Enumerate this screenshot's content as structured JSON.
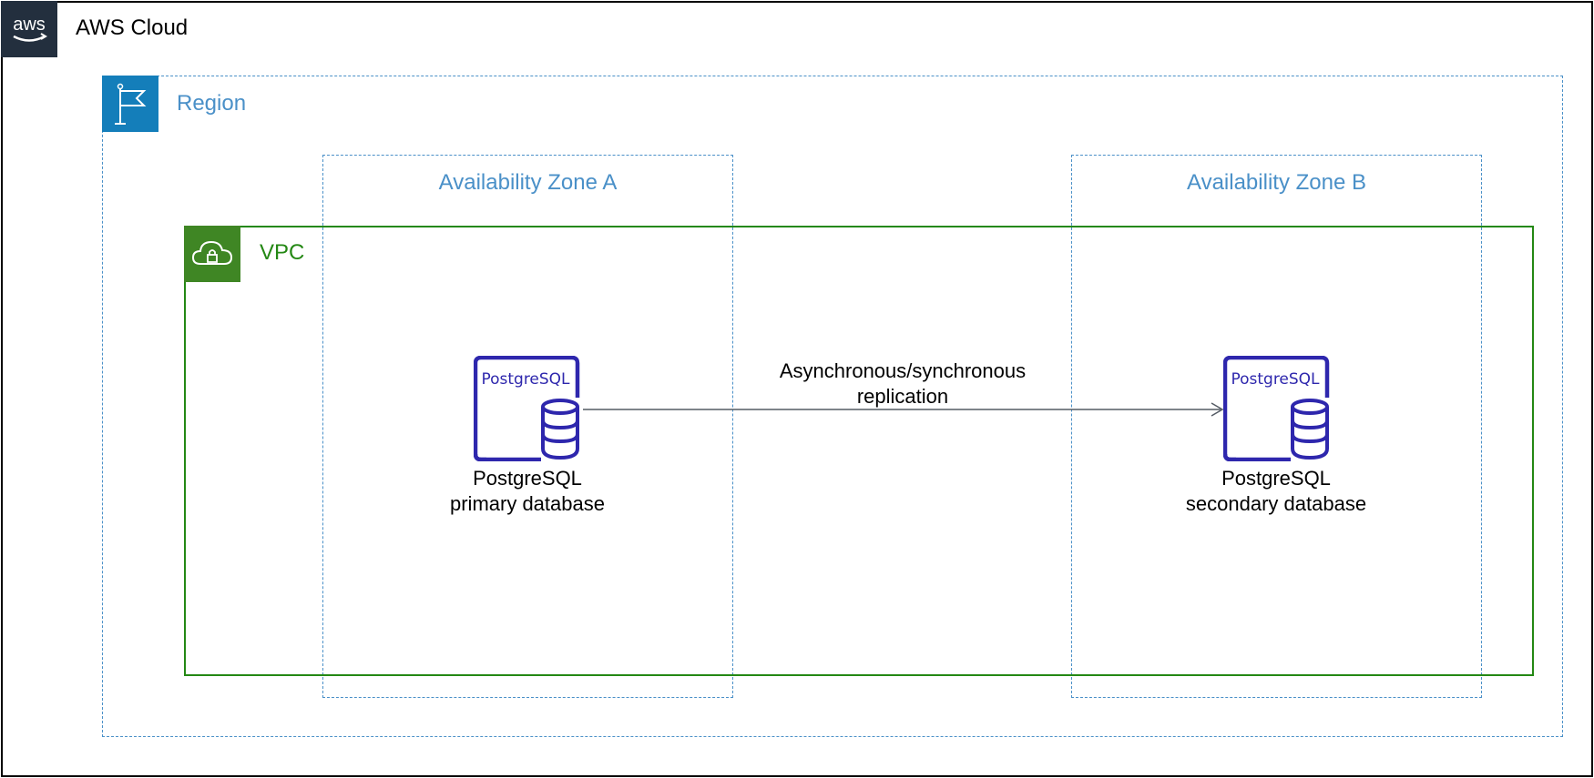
{
  "cloud": {
    "title": "AWS Cloud",
    "logo_text": "aws"
  },
  "region": {
    "title": "Region"
  },
  "availability_zones": [
    {
      "title": "Availability Zone A"
    },
    {
      "title": "Availability Zone B"
    }
  ],
  "vpc": {
    "title": "VPC"
  },
  "databases": {
    "primary": {
      "icon_text": "PostgreSQL",
      "label_line1": "PostgreSQL",
      "label_line2": "primary database"
    },
    "secondary": {
      "icon_text": "PostgreSQL",
      "label_line1": "PostgreSQL",
      "label_line2": "secondary database"
    }
  },
  "replication": {
    "label_line1": "Asynchronous/synchronous",
    "label_line2": "replication"
  },
  "colors": {
    "aws_dark": "#232F3E",
    "region_blue": "#147EBA",
    "dashed_blue": "#4A90C8",
    "vpc_green": "#248814",
    "postgres_purple": "#2E27AD"
  },
  "icons": {
    "cloud": "aws-logo-icon",
    "region": "flag-icon",
    "vpc": "cloud-lock-icon",
    "database": "postgresql-database-icon"
  }
}
